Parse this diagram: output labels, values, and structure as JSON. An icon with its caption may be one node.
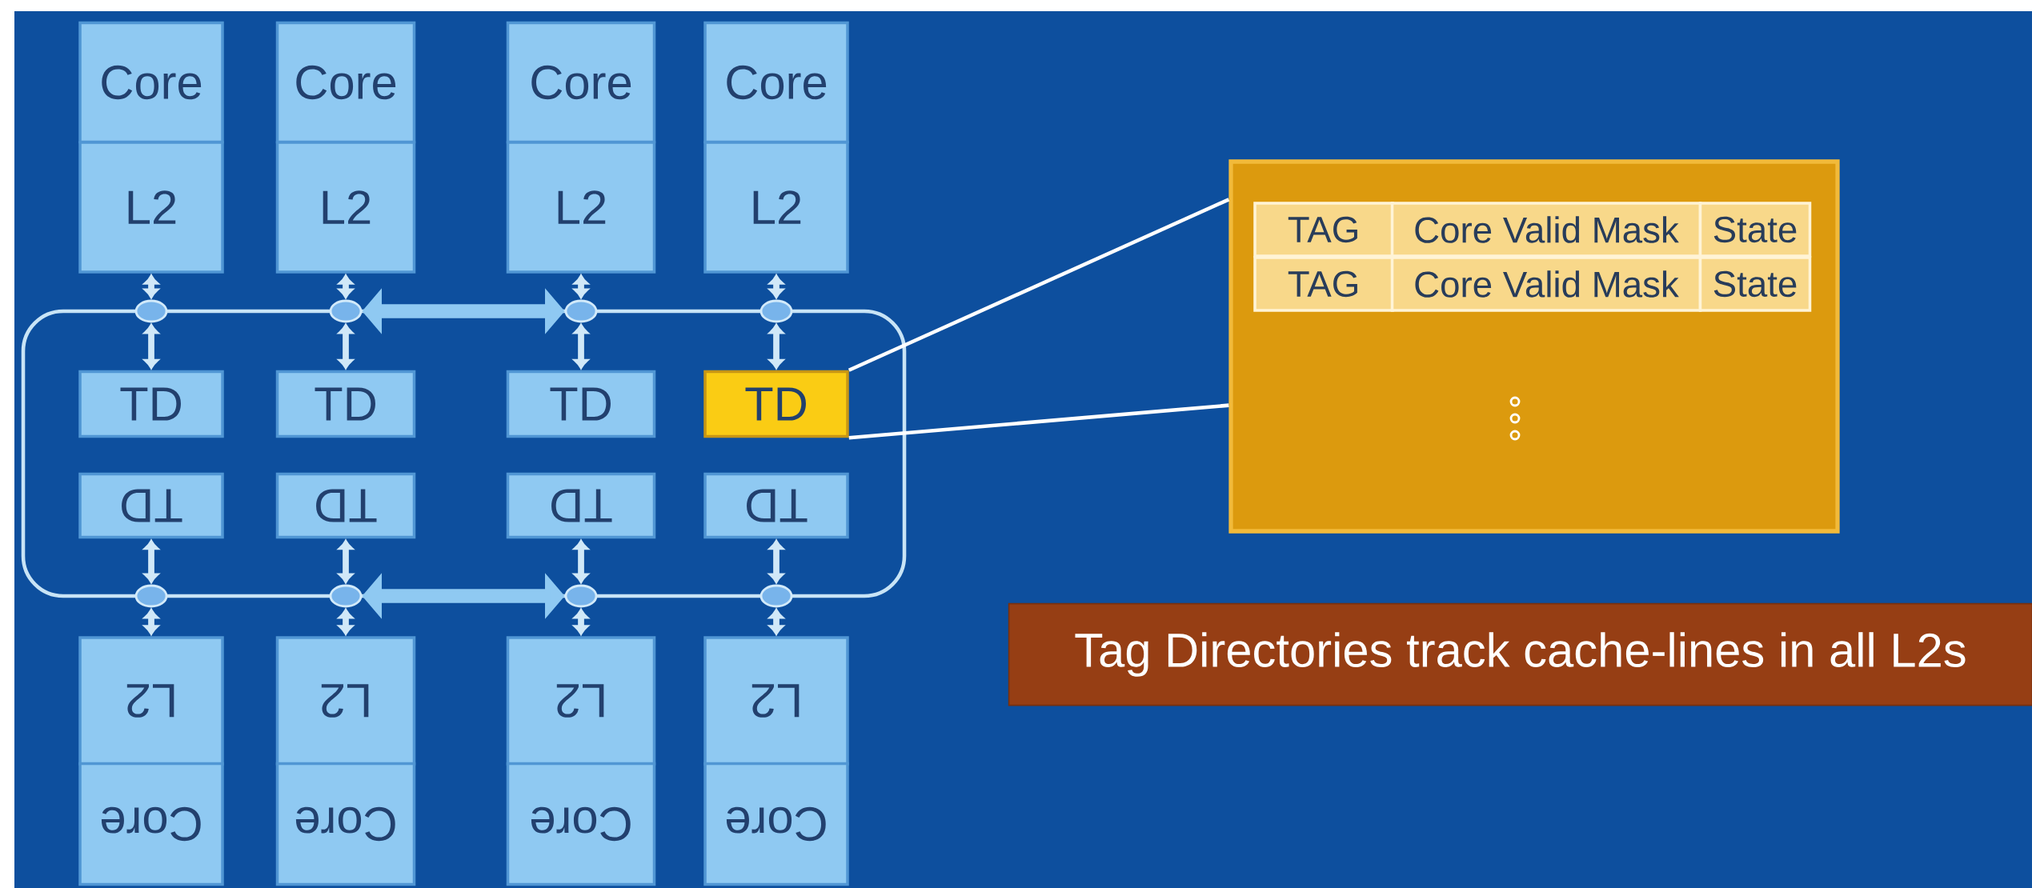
{
  "diagram": {
    "nodes": [
      {
        "text": [
          "Core"
        ]
      },
      {
        "text": [
          "Core"
        ]
      },
      {
        "text": [
          "Core"
        ]
      },
      {
        "text": [
          "Core"
        ]
      },
      {
        "text": [
          "L2"
        ]
      },
      {
        "text": [
          "L2"
        ]
      },
      {
        "text": [
          "L2"
        ]
      },
      {
        "text": [
          "L2"
        ]
      },
      {
        "text": [],
        "shape": "ellipse"
      },
      {
        "text": [],
        "shape": "ellipse"
      },
      {
        "text": [],
        "shape": "ellipse"
      },
      {
        "text": [],
        "shape": "ellipse"
      },
      {
        "text": [
          "TD"
        ]
      },
      {
        "text": [
          "TD"
        ]
      },
      {
        "text": [
          "TD"
        ]
      },
      {
        "text": [
          "TD"
        ]
      },
      {
        "text": [
          "TD"
        ]
      },
      {
        "text": [
          "TD"
        ]
      },
      {
        "text": [
          "TD"
        ]
      },
      {
        "text": [
          "TD"
        ]
      },
      {
        "text": [],
        "shape": "ellipse"
      },
      {
        "text": [],
        "shape": "ellipse"
      },
      {
        "text": [],
        "shape": "ellipse"
      },
      {
        "text": [],
        "shape": "ellipse"
      },
      {
        "text": [
          "L2"
        ]
      },
      {
        "text": [
          "L2"
        ]
      },
      {
        "text": [
          "L2"
        ]
      },
      {
        "text": [
          "L2"
        ]
      },
      {
        "text": [
          "Core"
        ]
      },
      {
        "text": [
          "Core"
        ]
      },
      {
        "text": [
          "Core"
        ]
      },
      {
        "text": [
          "Core"
        ]
      },
      {
        "text": [],
        "shape": "box"
      },
      {
        "text": [
          "TAG"
        ],
        "in": 32
      },
      {
        "text": [
          "Core Valid Mask"
        ],
        "in": 32
      },
      {
        "text": [
          "State"
        ],
        "in": 32
      },
      {
        "text": [
          "TAG"
        ],
        "in": 32
      },
      {
        "text": [
          "Core Valid Mask"
        ],
        "in": 32
      },
      {
        "text": [
          "State"
        ],
        "in": 32
      },
      {
        "text": [
          "Tag Directories track cache-lines in all L2s"
        ]
      }
    ],
    "edges": [
      {
        "from": 4,
        "to": 8,
        "arrow": "both"
      },
      {
        "from": 5,
        "to": 9,
        "arrow": "both"
      },
      {
        "from": 6,
        "to": 10,
        "arrow": "both"
      },
      {
        "from": 7,
        "to": 11,
        "arrow": "both"
      },
      {
        "from": 8,
        "to": 12,
        "arrow": "both"
      },
      {
        "from": 9,
        "to": 13,
        "arrow": "both"
      },
      {
        "from": 10,
        "to": 14,
        "arrow": "both"
      },
      {
        "from": 11,
        "to": 15,
        "arrow": "both"
      },
      {
        "from": 16,
        "to": 20,
        "arrow": "both"
      },
      {
        "from": 17,
        "to": 21,
        "arrow": "both"
      },
      {
        "from": 18,
        "to": 22,
        "arrow": "both"
      },
      {
        "from": 19,
        "to": 23,
        "arrow": "both"
      },
      {
        "from": 20,
        "to": 24,
        "arrow": "both"
      },
      {
        "from": 21,
        "to": 25,
        "arrow": "both"
      },
      {
        "from": 22,
        "to": 26,
        "arrow": "both"
      },
      {
        "from": 23,
        "to": 27,
        "arrow": "both"
      },
      {
        "from": 15,
        "to": 32,
        "arrow": "none"
      },
      {
        "from": 15,
        "to": 32,
        "arrow": "none"
      },
      {
        "from": 9,
        "to": 10,
        "arrow": "both",
        "style": "thick"
      },
      {
        "from": 21,
        "to": 22,
        "arrow": "both",
        "style": "thick"
      }
    ]
  }
}
